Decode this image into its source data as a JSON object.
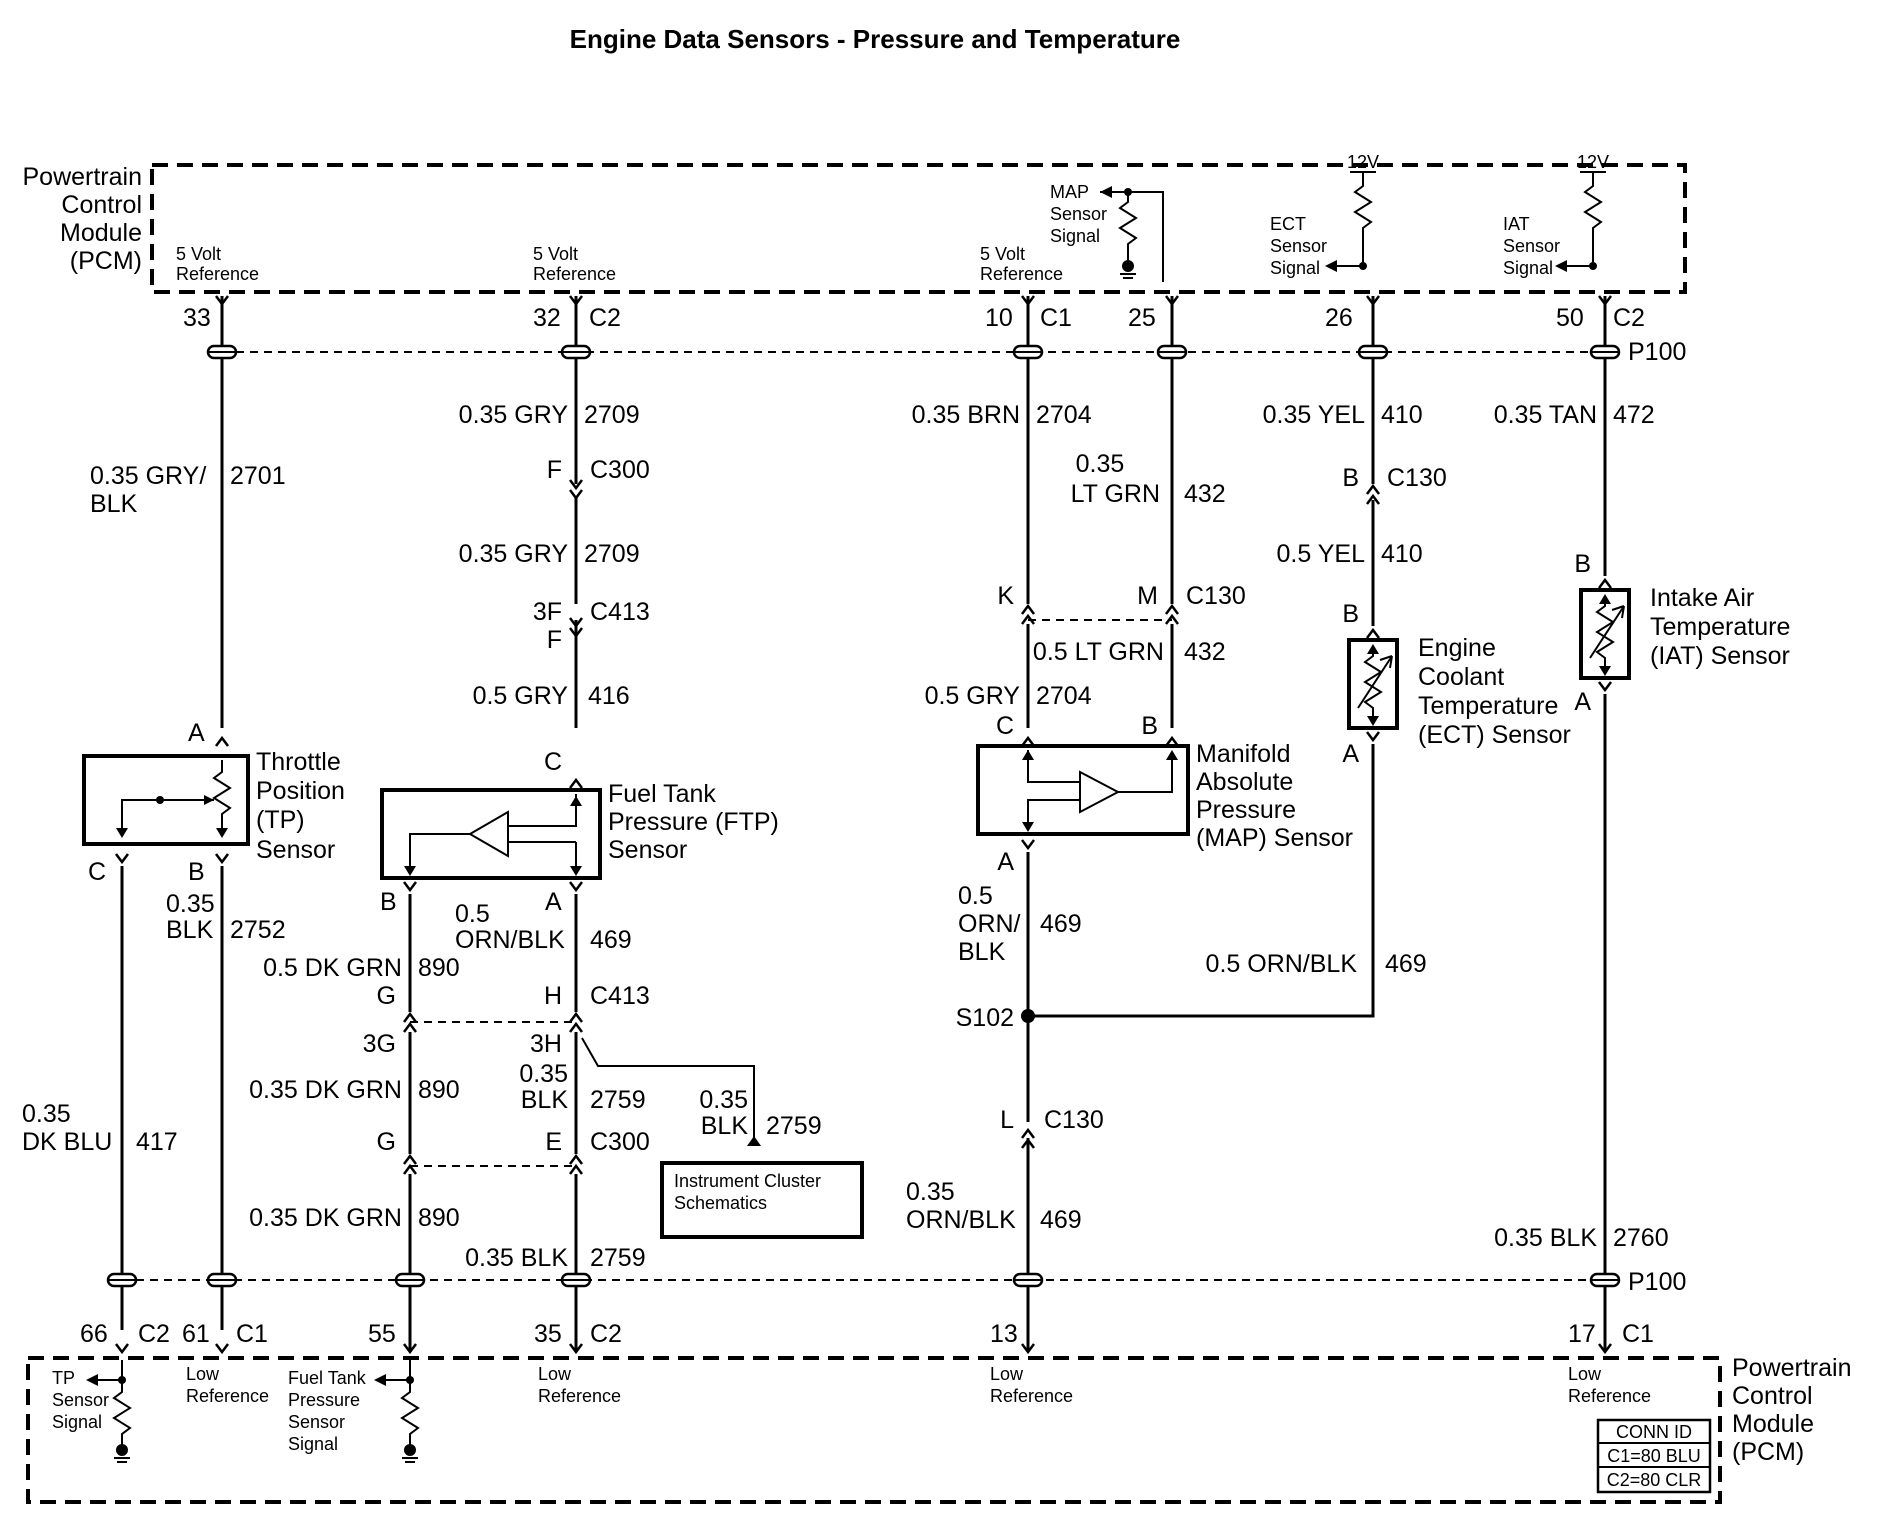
{
  "title": "Engine Data Sensors - Pressure and Temperature",
  "pcm_top": {
    "label": [
      "Powertrain",
      "Control",
      "Module",
      "(PCM)"
    ],
    "ref_5v": [
      "5 Volt",
      "Reference"
    ],
    "map_signal": [
      "MAP",
      "Sensor",
      "Signal"
    ],
    "ect_signal": [
      "ECT",
      "Sensor",
      "Signal"
    ],
    "iat_signal": [
      "IAT",
      "Sensor",
      "Signal"
    ],
    "supply": "12V"
  },
  "pcm_bottom": {
    "label": [
      "Powertrain",
      "Control",
      "Module",
      "(PCM)"
    ],
    "tp_signal": [
      "TP",
      "Sensor",
      "Signal"
    ],
    "ftp_signal": [
      "Fuel Tank",
      "Pressure",
      "Sensor",
      "Signal"
    ],
    "low_ref": [
      "Low",
      "Reference"
    ],
    "conn_id": {
      "title": "CONN ID",
      "c1": "C1=80 BLU",
      "c2": "C2=80 CLR"
    }
  },
  "top_pins": {
    "p33": "33",
    "p32": "32",
    "p10": "10",
    "p25": "25",
    "p26": "26",
    "p50": "50",
    "c1": "C1",
    "c2": "C2",
    "p100": "P100"
  },
  "bottom_pins": {
    "p66": "66",
    "p61": "61",
    "p55": "55",
    "p35": "35",
    "p13": "13",
    "p17": "17",
    "c1": "C1",
    "c2": "C2",
    "p100": "P100"
  },
  "tp": {
    "name": [
      "Throttle",
      "Position",
      "(TP)",
      "Sensor"
    ],
    "feed_wire": [
      "0.35 GRY/",
      "BLK"
    ],
    "feed_circuit": "2701",
    "pin_a": "A",
    "pin_b": "B",
    "pin_c": "C",
    "low_wire": [
      "0.35",
      "BLK"
    ],
    "low_circuit": "2752",
    "sig_wire": [
      "0.35",
      "DK BLU"
    ],
    "sig_circuit": "417"
  },
  "ftp": {
    "name": [
      "Fuel Tank",
      "Pressure (FTP)",
      "Sensor"
    ],
    "wire_gry": "0.35 GRY",
    "circuit_2709": "2709",
    "conn_c300": "C300",
    "conn_c413": "C413",
    "pin_f": "F",
    "pin_3f": "3F",
    "wire_05gry": "0.5 GRY",
    "circuit_416": "416",
    "pin_c": "C",
    "pin_a": "A",
    "pin_b": "B",
    "orn_wire": [
      "0.5",
      "ORN/BLK"
    ],
    "orn_circuit": "469",
    "dkgrn_05": "0.5 DK GRN",
    "dkgrn_035": "0.35 DK GRN",
    "circuit_890": "890",
    "pin_g": "G",
    "pin_h": "H",
    "pin_3g": "3G",
    "pin_3h": "3H",
    "pin_e": "E",
    "blk_wire": [
      "0.35",
      "BLK"
    ],
    "circuit_2759": "2759",
    "blk_bottom": "0.35 BLK",
    "cluster_ref": [
      "Instrument Cluster",
      "Schematics"
    ]
  },
  "map": {
    "name": [
      "Manifold",
      "Absolute",
      "Pressure",
      "(MAP) Sensor"
    ],
    "brn_wire": "0.35 BRN",
    "circuit_2704": "2704",
    "ltgrn_wire": [
      "0.35",
      "LT GRN"
    ],
    "circuit_432": "432",
    "pin_k": "K",
    "pin_m": "M",
    "conn_c130": "C130",
    "ltgrn_05": "0.5 LT GRN",
    "gry_05": "0.5 GRY",
    "pin_c": "C",
    "pin_b": "B",
    "pin_a": "A",
    "pin_l": "L",
    "orn_05": [
      "0.5",
      "ORN/",
      "BLK"
    ],
    "circuit_469": "469",
    "splice": "S102",
    "orn_035": [
      "0.35",
      "ORN/BLK"
    ]
  },
  "ect": {
    "name": [
      "Engine",
      "Coolant",
      "Temperature",
      "(ECT) Sensor"
    ],
    "yel_035": "0.35 YEL",
    "yel_05": "0.5 YEL",
    "circuit_410": "410",
    "pin_b": "B",
    "pin_a": "A",
    "conn_c130": "C130",
    "orn_wire": "0.5 ORN/BLK",
    "circuit_469": "469"
  },
  "iat": {
    "name": [
      "Intake Air",
      "Temperature",
      "(IAT) Sensor"
    ],
    "tan_wire": "0.35 TAN",
    "circuit_472": "472",
    "pin_b": "B",
    "pin_a": "A",
    "blk_wire": "0.35 BLK",
    "circuit_2760": "2760"
  }
}
